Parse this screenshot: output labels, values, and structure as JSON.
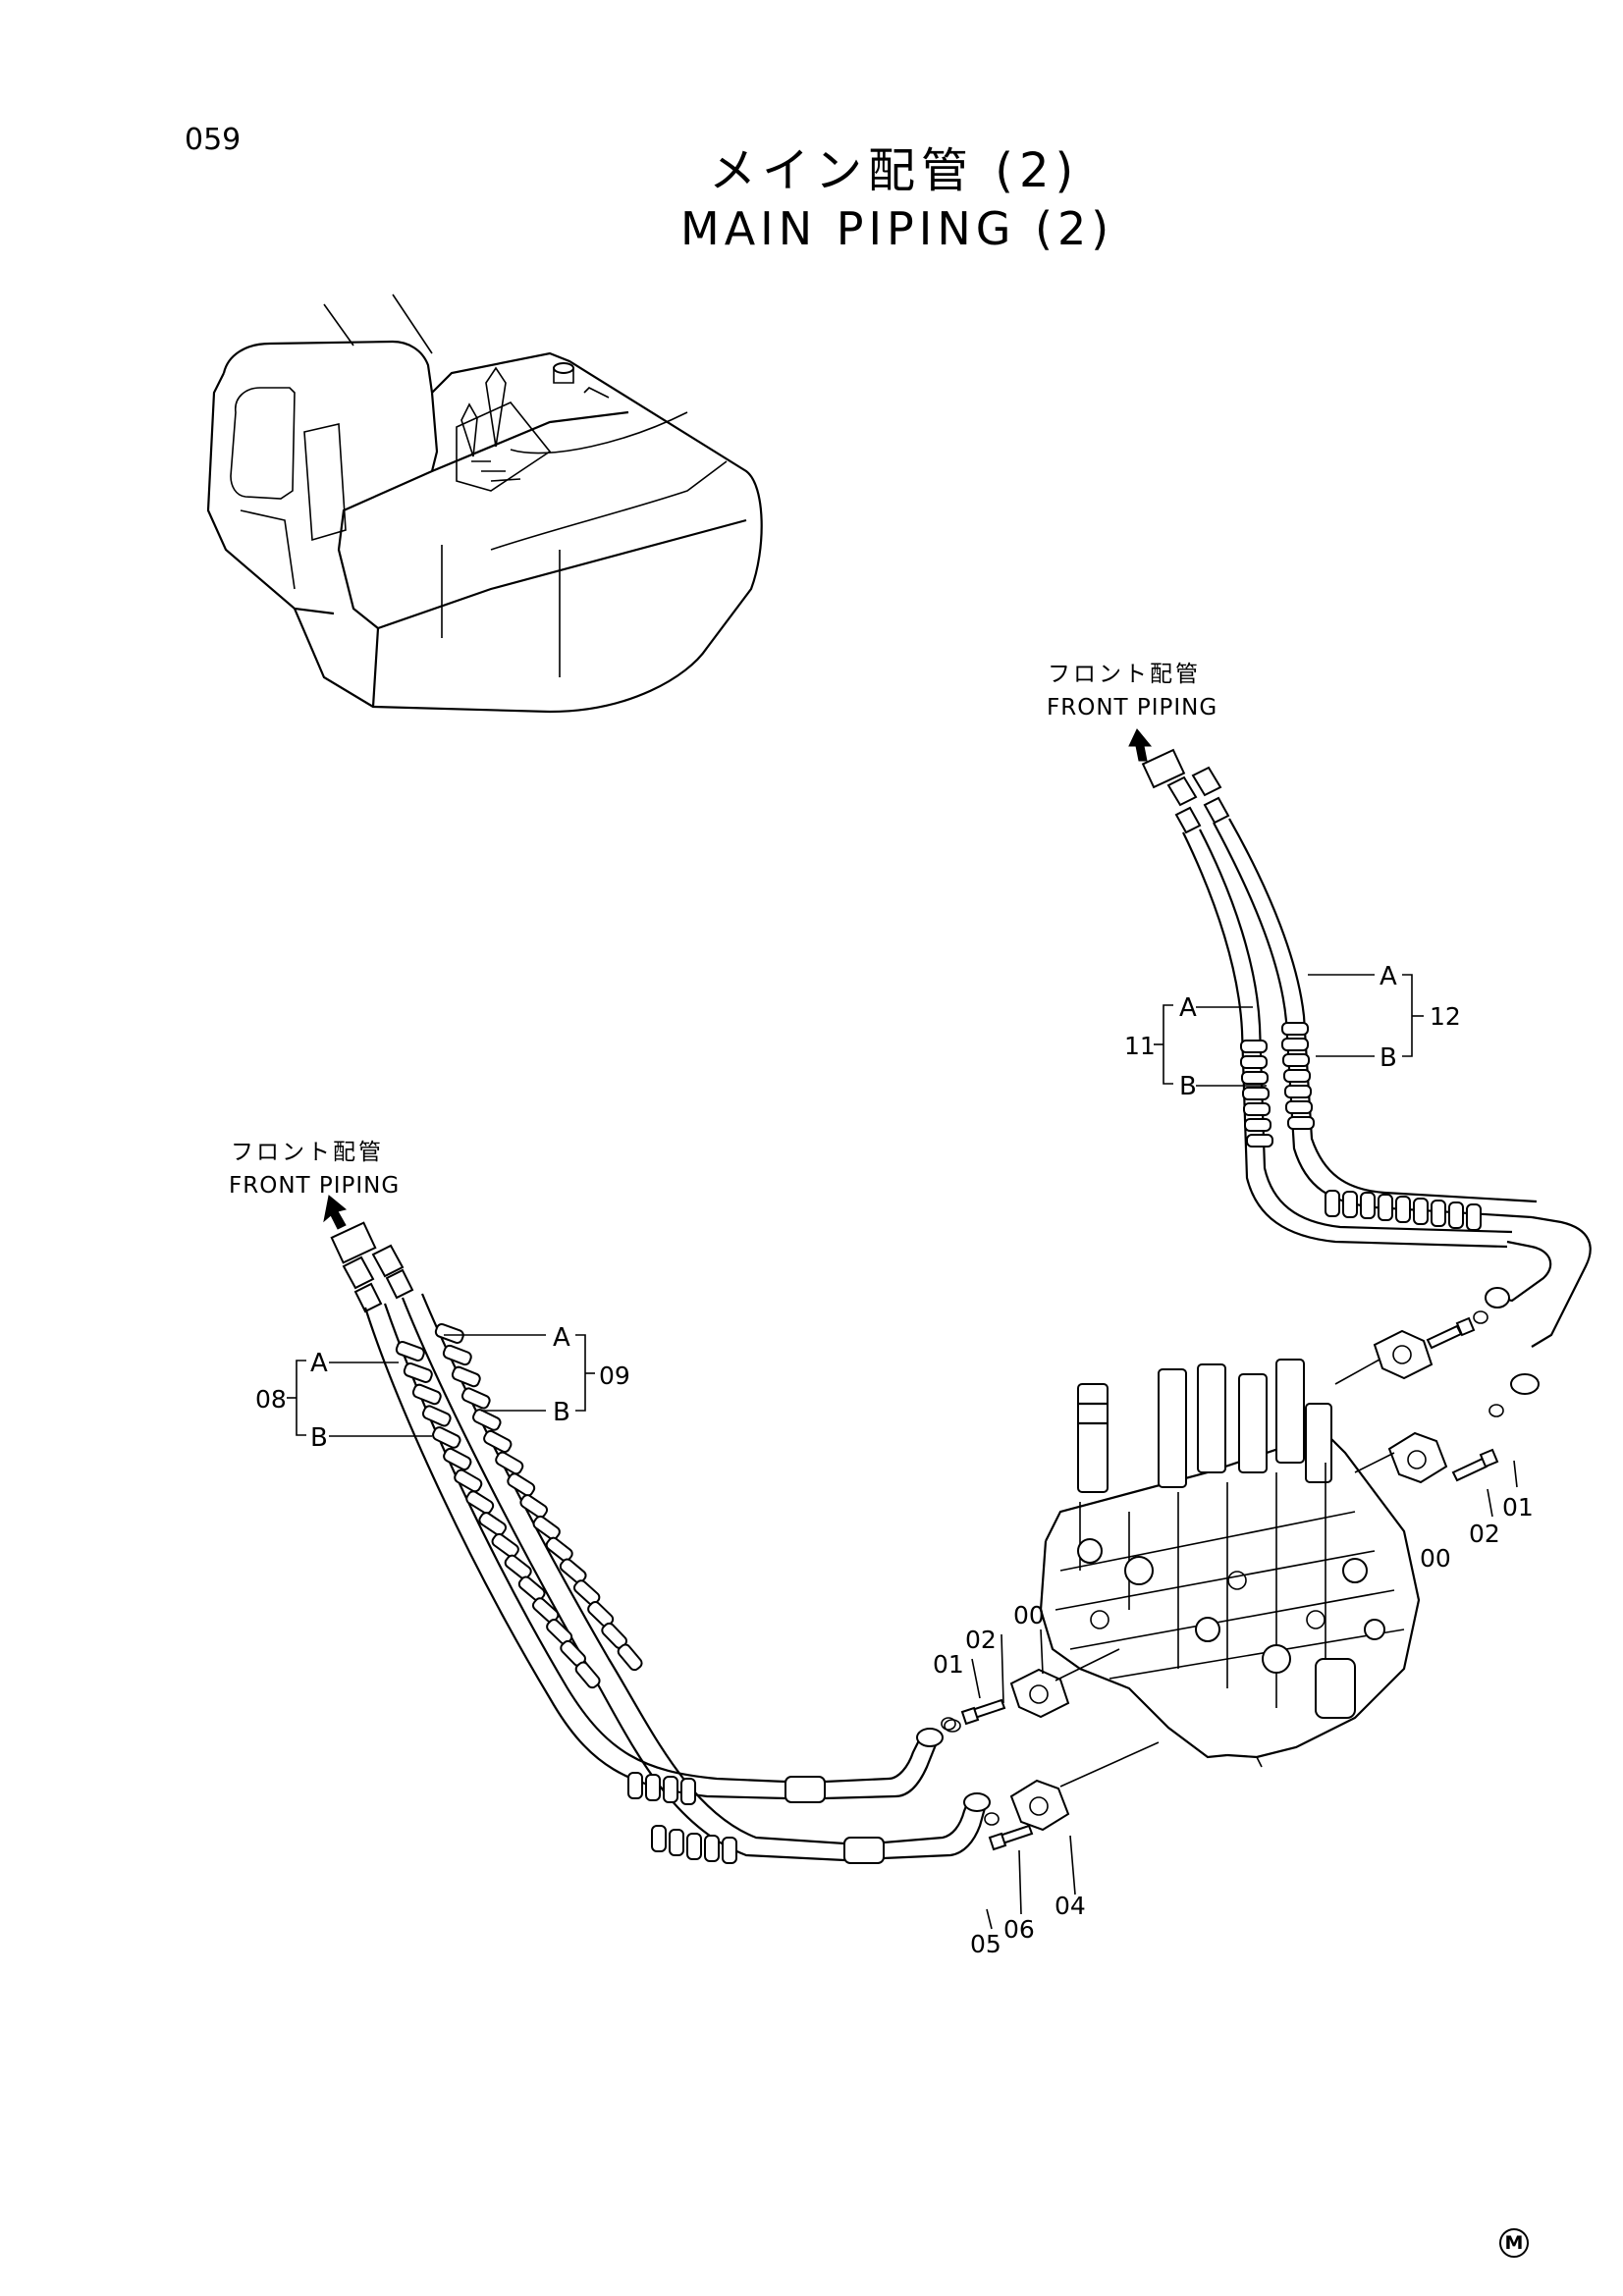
{
  "header": {
    "page_number": "059",
    "title_jp": "メイン配管 (2)",
    "title_en": "MAIN PIPING (2)"
  },
  "callouts": {
    "front_piping_upper": {
      "jp": "フロント配管",
      "en": "FRONT PIPING"
    },
    "front_piping_left": {
      "jp": "フロント配管",
      "en": "FRONT PIPING"
    },
    "hose_11": {
      "code": "11",
      "a": "A",
      "b": "B"
    },
    "hose_12": {
      "code": "12",
      "a": "A",
      "b": "B"
    },
    "hose_08": {
      "code": "08",
      "a": "A",
      "b": "B"
    },
    "hose_09": {
      "code": "09",
      "a": "A",
      "b": "B"
    }
  },
  "part_labels": {
    "right_01": "01",
    "right_02": "02",
    "right_00": "00",
    "left_01": "01",
    "left_02": "02",
    "left_00": "00",
    "low_04": "04",
    "low_05": "05",
    "low_06": "06"
  },
  "footer": {
    "mark": "M"
  }
}
